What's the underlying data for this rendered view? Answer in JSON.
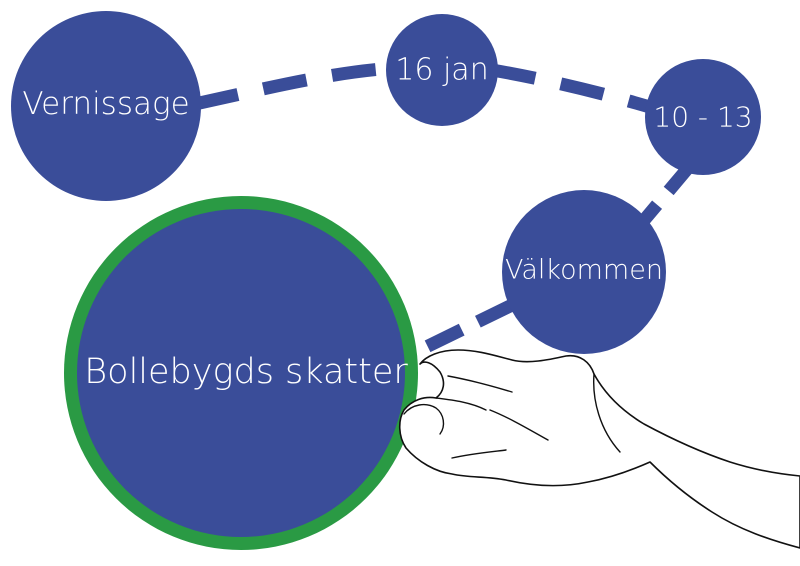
{
  "nodes": {
    "vernissage": {
      "label": "Vernissage"
    },
    "date": {
      "label": "16 jan"
    },
    "time": {
      "label": "10 - 13"
    },
    "welcome": {
      "label": "Välkommen"
    },
    "title": {
      "label": "Bollebygds skatter"
    }
  },
  "colors": {
    "node_fill": "#3a4d99",
    "title_ring": "#2a9a44",
    "connector": "#3a4d99",
    "text": "#ffffff"
  }
}
